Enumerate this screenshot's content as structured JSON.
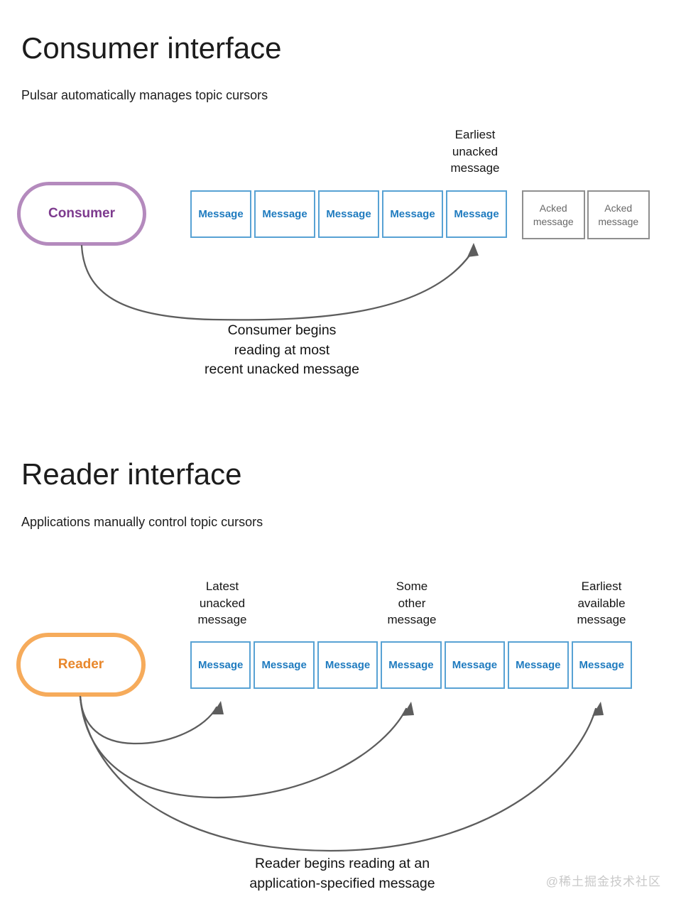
{
  "page": {
    "watermark": "@稀土掘金技术社区"
  },
  "colors": {
    "consumer_border": "#b48abd",
    "consumer_text": "#7d3a8e",
    "reader_border": "#f6ab5b",
    "reader_text": "#e8872b",
    "message_border": "#58a2d4",
    "message_text": "#1f7bbf",
    "acked_border": "#8f8f8f",
    "acked_text": "#686868",
    "arrow": "#5d5d5d"
  },
  "consumer_section": {
    "title": "Consumer interface",
    "subtitle": "Pulsar automatically manages topic cursors",
    "pill_label": "Consumer",
    "pointer_label_lines": [
      "Earliest",
      "unacked",
      "message"
    ],
    "message_row": [
      "Message",
      "Message",
      "Message",
      "Message",
      "Message"
    ],
    "acked_row": [
      {
        "line1": "Acked",
        "line2": "message"
      },
      {
        "line1": "Acked",
        "line2": "message"
      }
    ],
    "caption_lines": [
      "Consumer begins",
      "reading at most",
      "recent unacked message"
    ]
  },
  "reader_section": {
    "title": "Reader interface",
    "subtitle": "Applications manually control topic cursors",
    "pill_label": "Reader",
    "pointer_labels": [
      {
        "lines": [
          "Latest",
          "unacked",
          "message"
        ]
      },
      {
        "lines": [
          "Some",
          "other",
          "message"
        ]
      },
      {
        "lines": [
          "Earliest",
          "available",
          "message"
        ]
      }
    ],
    "message_row": [
      "Message",
      "Message",
      "Message",
      "Message",
      "Message",
      "Message",
      "Message"
    ],
    "caption_lines": [
      "Reader begins reading at an",
      "application-specified message"
    ]
  }
}
